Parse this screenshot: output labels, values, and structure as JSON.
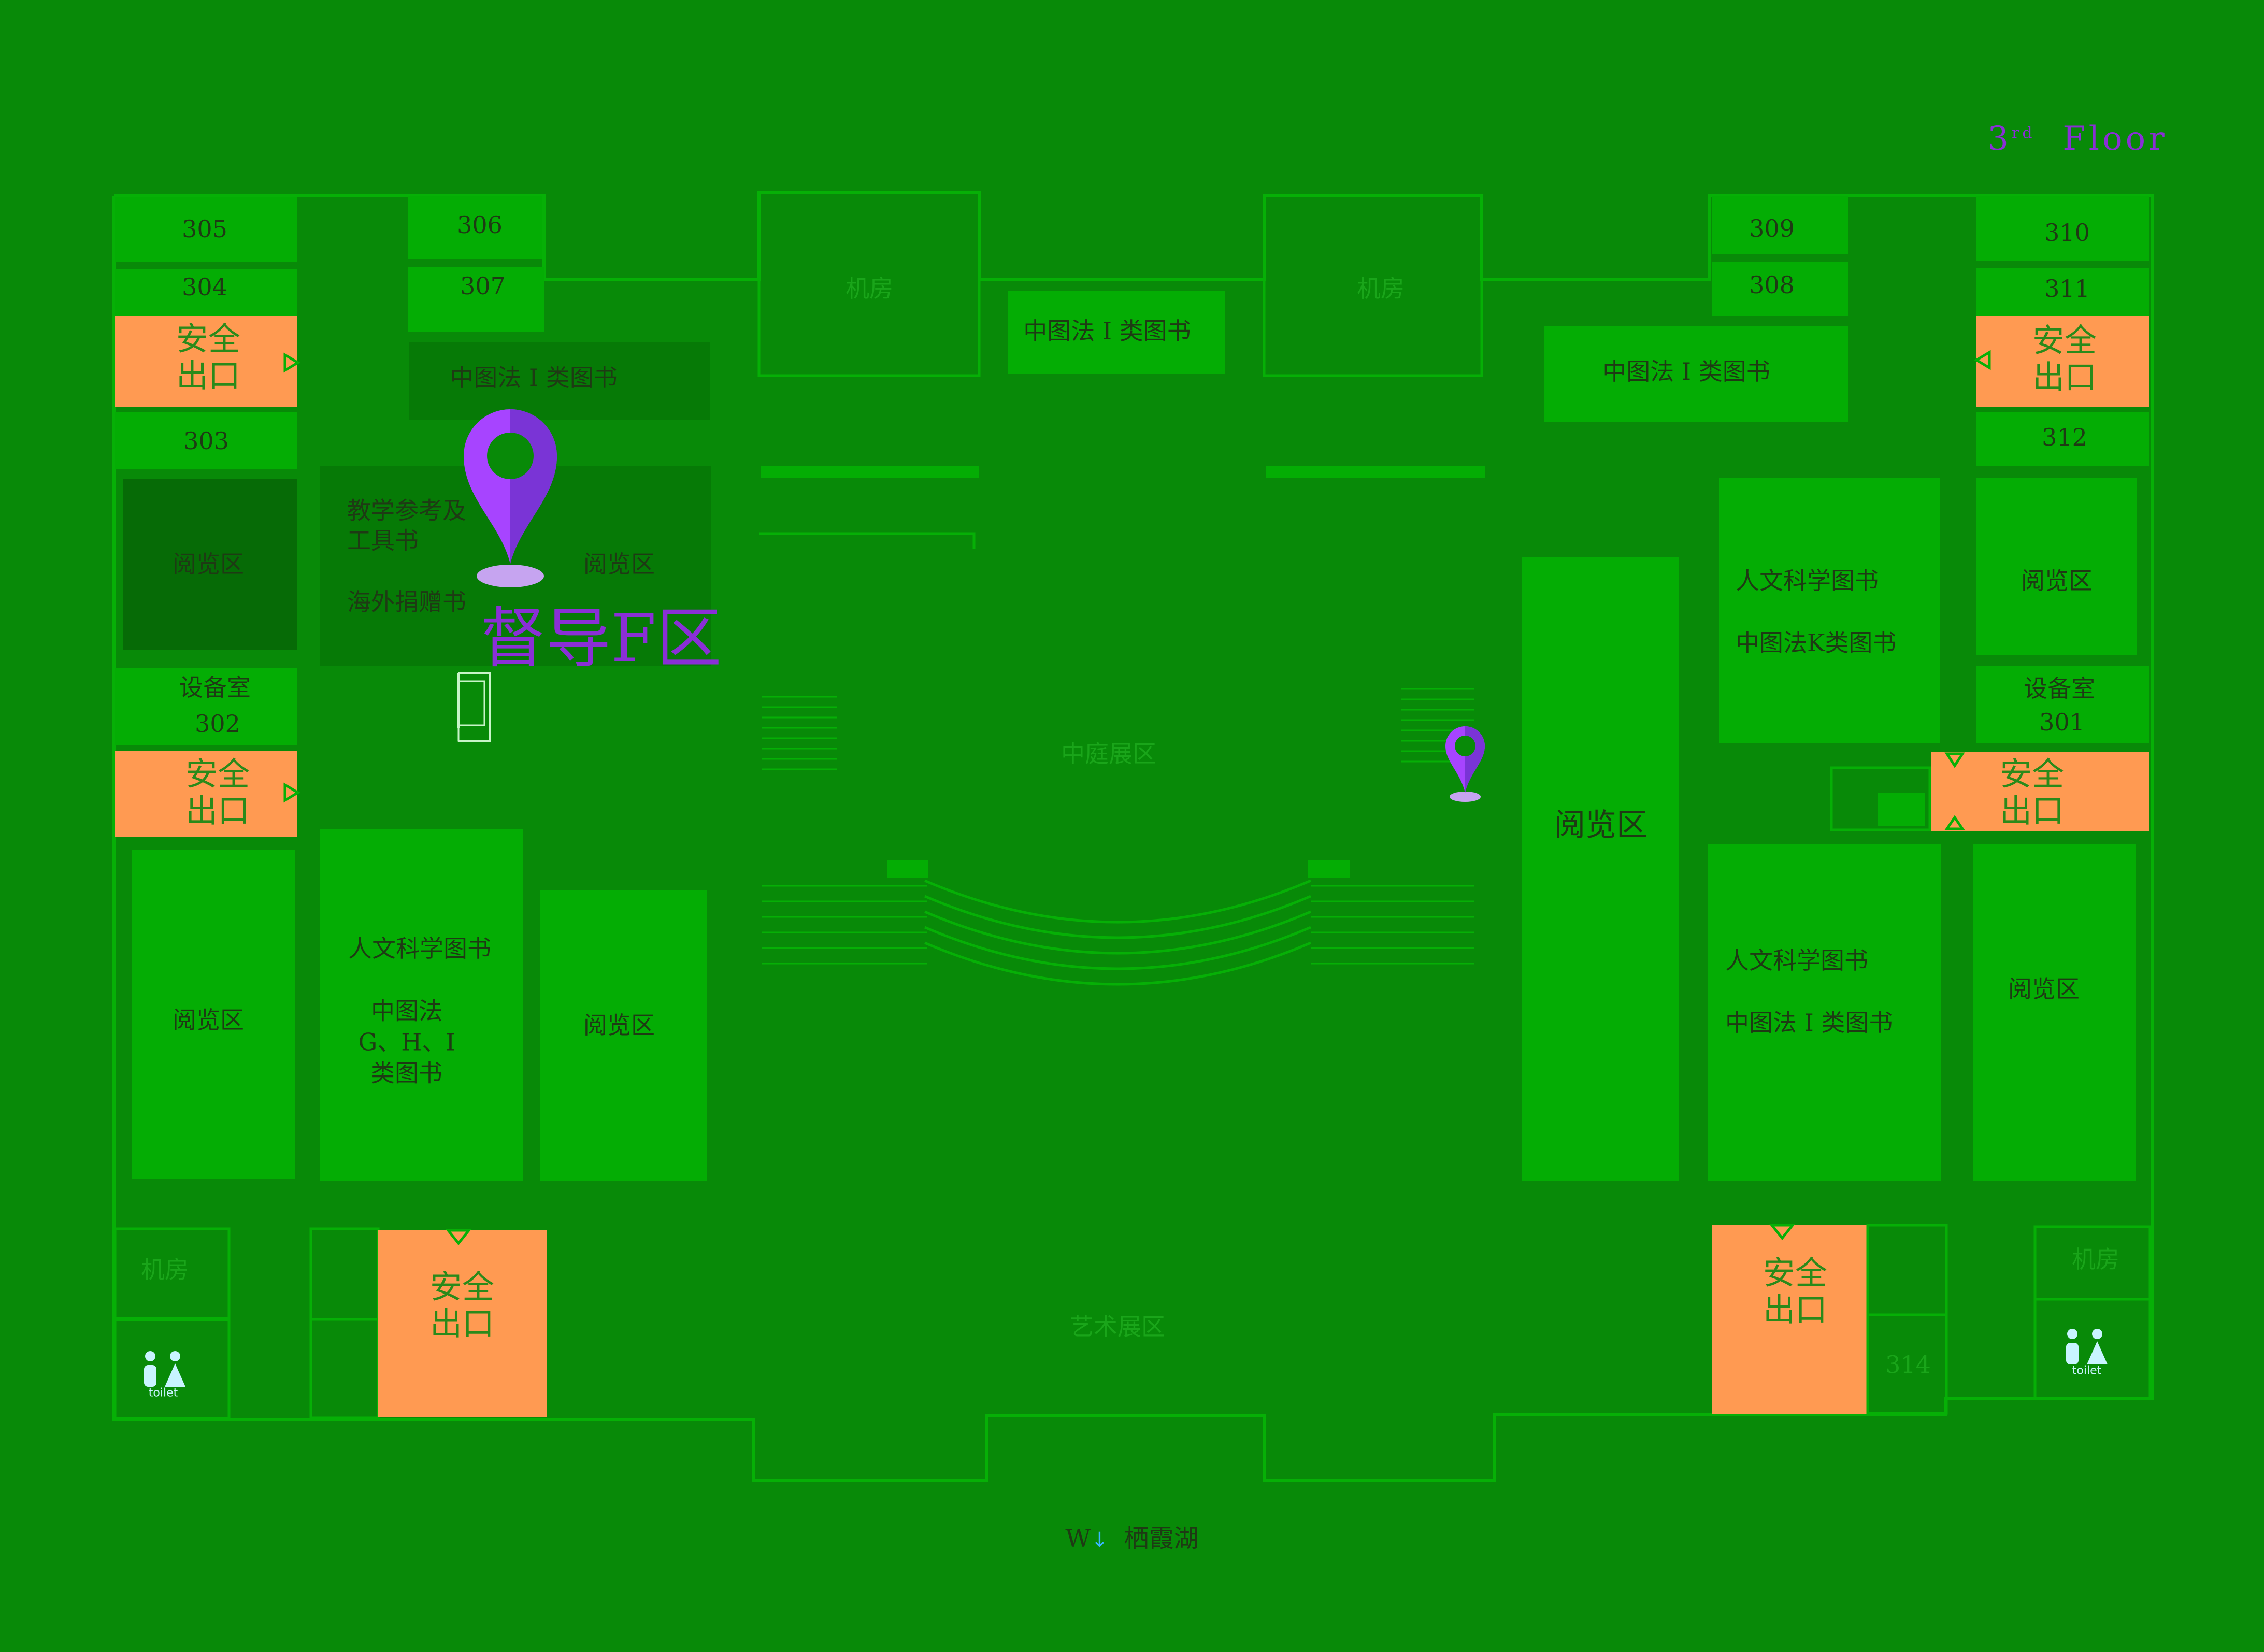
{
  "floor_title": {
    "number": "3",
    "suffix": "rd",
    "word": "Floor"
  },
  "zone_label": "督导F区",
  "compass": {
    "direction": "W",
    "place": "栖霞湖"
  },
  "toilet_label": "toilet",
  "labels": {
    "room_305": "305",
    "room_304": "304",
    "room_303": "303",
    "room_302": "302",
    "room_306": "306",
    "room_307": "307",
    "room_309": "309",
    "room_308": "308",
    "room_310": "310",
    "room_311": "311",
    "room_312": "312",
    "room_301": "301",
    "room_314": "314",
    "exit_text": "安全\n出口",
    "machine_room": "机房",
    "reading_area": "阅览区",
    "equipment_room": "设备室",
    "class_i_books": "中图法 I 类图书",
    "humanities_books": "人文科学图书",
    "class_k_books": "中图法K类图书",
    "class_ghi_books": "中图法\nG、H、I\n类图书",
    "teaching_reference": "教学参考及\n工具书",
    "overseas_donation": "海外捐赠书",
    "atrium_exhibition": "中庭展区",
    "art_exhibition": "艺术展区"
  },
  "colors": {
    "background": "#088a08",
    "room_fill": "#04ad04",
    "dark_room_fill": "#067a06",
    "darker_room_fill": "#066b06",
    "exit_fill": "#ff9a52",
    "outline": "#06b006",
    "pin_purple": "#a744ff",
    "pin_shadow": "#7a34d6",
    "zone_text": "#8a2fd6"
  },
  "icons": [
    "location-pin-icon",
    "location-pin-small-icon",
    "toilet-icon",
    "elevator-icon",
    "stairs-icon",
    "door-icon",
    "compass-arrow-icon"
  ]
}
